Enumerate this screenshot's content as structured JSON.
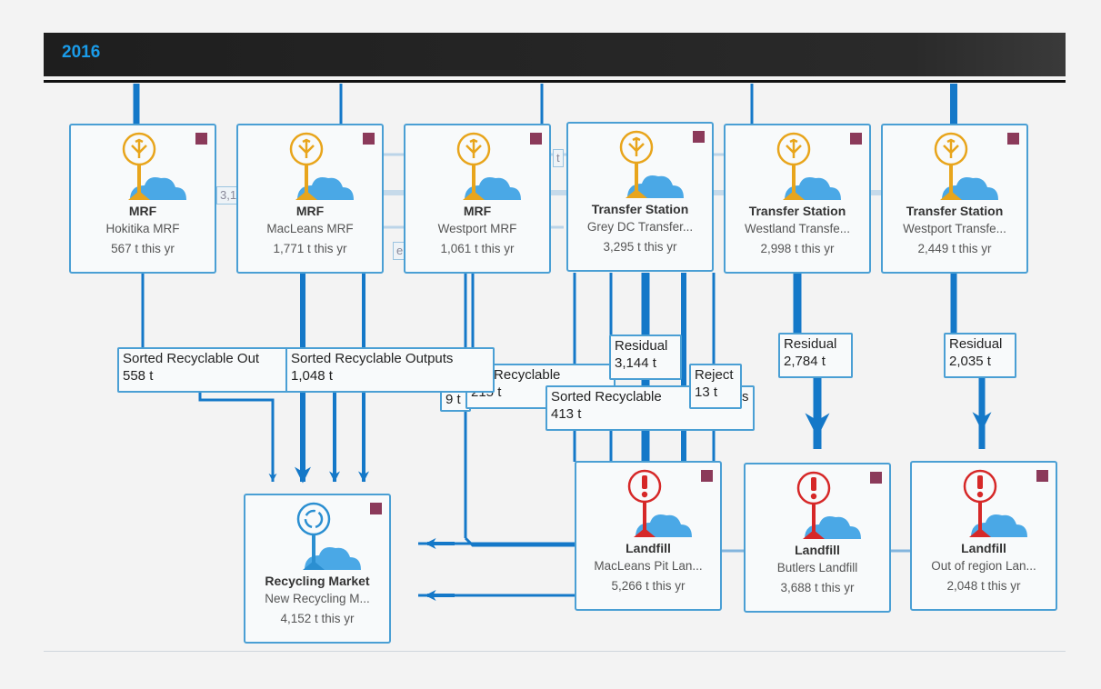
{
  "header": {
    "year": "2016"
  },
  "colors": {
    "flow": "#1478c8",
    "node_border": "#4a9fd4",
    "badge": "#8b3a5a",
    "mrf_icon": "#e8a51c",
    "landfill_icon": "#d62828",
    "recycling_icon": "#2b8fd1",
    "cloud": "#4aa8e6"
  },
  "nodes": {
    "hokitika": {
      "type": "MRF",
      "name": "Hokitika MRF",
      "qty": "567 t this yr",
      "icon": "distribution-icon"
    },
    "macleans_mrf": {
      "type": "MRF",
      "name": "MacLeans MRF",
      "qty": "1,771 t this yr",
      "icon": "distribution-icon"
    },
    "westport_mrf": {
      "type": "MRF",
      "name": "Westport MRF",
      "qty": "1,061 t this yr",
      "icon": "distribution-icon"
    },
    "greydc": {
      "type": "Transfer Station",
      "name": "Grey DC Transfer...",
      "qty": "3,295 t this yr",
      "icon": "distribution-icon"
    },
    "westland": {
      "type": "Transfer Station",
      "name": "Westland Transfe...",
      "qty": "2,998 t this yr",
      "icon": "distribution-icon"
    },
    "westport_ts": {
      "type": "Transfer Station",
      "name": "Westport Transfe...",
      "qty": "2,449 t this yr",
      "icon": "distribution-icon"
    },
    "recycling": {
      "type": "Recycling Market",
      "name": "New Recycling M...",
      "qty": "4,152 t this yr",
      "icon": "recycle-icon"
    },
    "macleans_pit": {
      "type": "Landfill",
      "name": "MacLeans Pit Lan...",
      "qty": "5,266 t this yr",
      "icon": "alert-icon"
    },
    "butlers": {
      "type": "Landfill",
      "name": "Butlers Landfill",
      "qty": "3,688 t this yr",
      "icon": "alert-icon"
    },
    "out_region": {
      "type": "Landfill",
      "name": "Out of region Lan...",
      "qty": "2,048 t this yr",
      "icon": "alert-icon"
    }
  },
  "flow_labels": {
    "f558": {
      "name": "Sorted Recyclable Out",
      "amount": "558 t"
    },
    "f1048": {
      "name": "Sorted Recyclable Outputs",
      "amount": "1,048 t"
    },
    "f215": {
      "name": "ted Recyclable",
      "amount": "215 t"
    },
    "f9": {
      "amount": "9 t"
    },
    "f413": {
      "name": "Sorted Recyclable",
      "amount": "413 t",
      "tail": "s"
    },
    "f3144": {
      "name": "Residual",
      "amount": "3,144 t"
    },
    "f13": {
      "name": "Reject",
      "amount": "13 t"
    },
    "f2784": {
      "name": "Residual",
      "amount": "2,784 t"
    },
    "f2035": {
      "name": "Residual",
      "amount": "2,035 t"
    }
  },
  "fragments": {
    "a": "3,1",
    "b": "e",
    "c": "t"
  }
}
